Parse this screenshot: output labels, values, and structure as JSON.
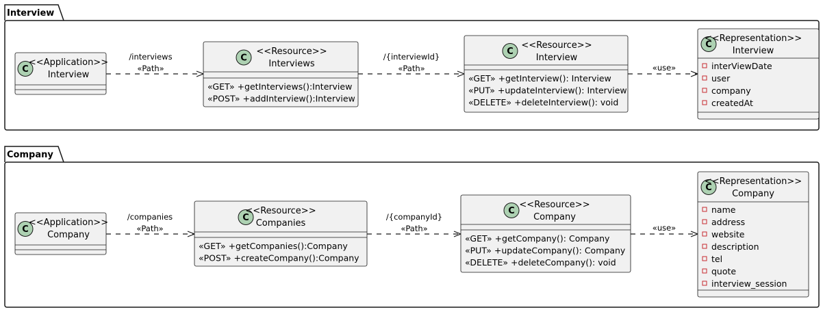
{
  "packages": [
    {
      "name": "Interview",
      "classes": [
        {
          "id": "app",
          "circle": "C",
          "stereotype": "<<Application>>",
          "name": "Interview",
          "members": []
        },
        {
          "id": "res1",
          "circle": "C",
          "stereotype": "<<Resource>>",
          "name": "Interviews",
          "members": [
            "«GET» +getInterviews():Interview",
            "«POST» +addInterview():Interview"
          ]
        },
        {
          "id": "res2",
          "circle": "C",
          "stereotype": "<<Resource>>",
          "name": "Interview",
          "members": [
            "«GET» +getInterview(): Interview",
            "«PUT» +updateInterview(): Interview",
            "«DELETE» +deleteInterview(): void"
          ]
        },
        {
          "id": "rep",
          "circle": "C",
          "stereotype": "<<Representation>>",
          "name": "Interview",
          "members": [
            "interViewDate",
            "user",
            "company",
            "createdAt"
          ]
        }
      ],
      "edges": [
        {
          "labels": [
            "/interviews",
            "«Path»"
          ]
        },
        {
          "labels": [
            "/{interviewId}",
            "«Path»"
          ]
        },
        {
          "labels": [
            "«use»"
          ]
        }
      ]
    },
    {
      "name": "Company",
      "classes": [
        {
          "id": "app",
          "circle": "C",
          "stereotype": "<<Application>>",
          "name": "Company",
          "members": []
        },
        {
          "id": "res1",
          "circle": "C",
          "stereotype": "<<Resource>>",
          "name": "Companies",
          "members": [
            "«GET» +getCompanies():Company",
            "«POST» +createCompany():Company"
          ]
        },
        {
          "id": "res2",
          "circle": "C",
          "stereotype": "<<Resource>>",
          "name": "Company",
          "members": [
            "«GET» +getCompany(): Company",
            "«PUT» +updateCompany(): Company",
            "«DELETE» +deleteCompany(): void"
          ]
        },
        {
          "id": "rep",
          "circle": "C",
          "stereotype": "<<Representation>>",
          "name": "Company",
          "members": [
            "name",
            "address",
            "website",
            "description",
            "tel",
            "quote",
            "interview_session"
          ]
        }
      ],
      "edges": [
        {
          "labels": [
            "/companies",
            "«Path»"
          ]
        },
        {
          "labels": [
            "/{companyId}",
            "«Path»"
          ]
        },
        {
          "labels": [
            "«use»"
          ]
        }
      ]
    }
  ],
  "colors": {
    "classFill": "#f1f1f1",
    "border": "#181818",
    "circle": "#add1b2",
    "attrIconBorder": "#c82930"
  }
}
